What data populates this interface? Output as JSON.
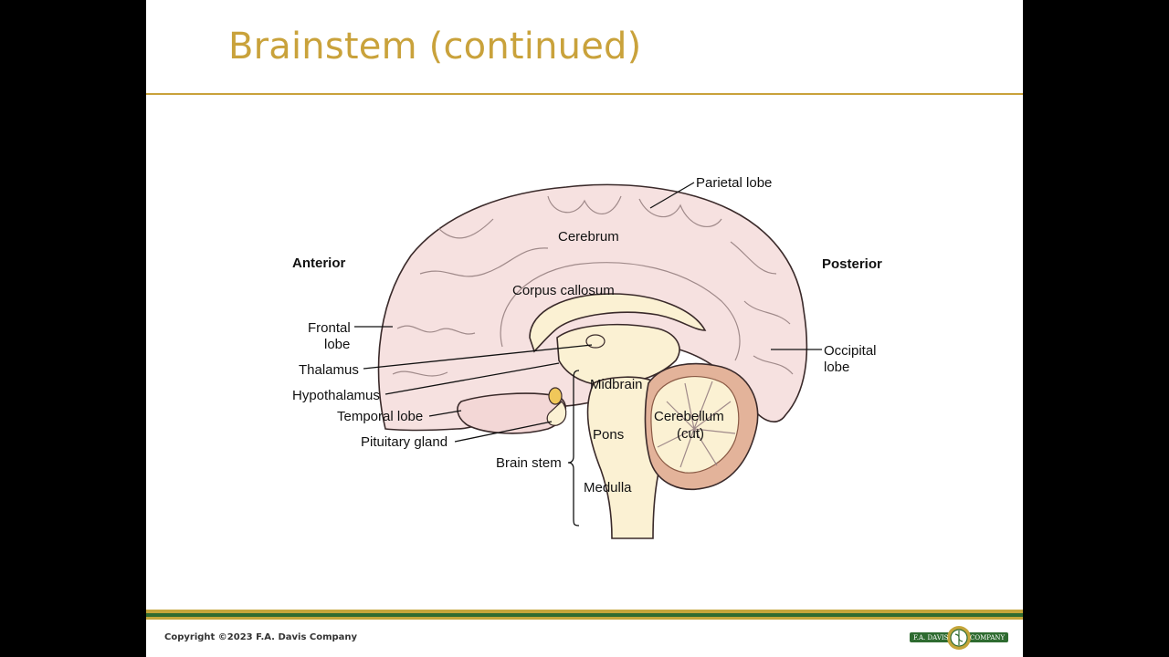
{
  "slide": {
    "title": "Brainstem (continued)",
    "copyright": "Copyright ©2023 F.A. Davis Company"
  },
  "logo": {
    "left_text": "F.A. DAVIS",
    "right_text": "COMPANY"
  },
  "diagram": {
    "orientation": {
      "anterior": "Anterior",
      "posterior": "Posterior"
    },
    "labels": {
      "parietal_lobe": "Parietal lobe",
      "cerebrum": "Cerebrum",
      "corpus_callosum": "Corpus callosum",
      "frontal_lobe_1": "Frontal",
      "frontal_lobe_2": "lobe",
      "thalamus": "Thalamus",
      "hypothalamus": "Hypothalamus",
      "temporal_lobe": "Temporal lobe",
      "pituitary_gland": "Pituitary gland",
      "brain_stem": "Brain stem",
      "midbrain": "Midbrain",
      "pons": "Pons",
      "medulla": "Medulla",
      "cerebellum_1": "Cerebellum",
      "cerebellum_2": "(cut)",
      "occipital_lobe_1": "Occipital",
      "occipital_lobe_2": "lobe"
    },
    "colors": {
      "cerebrum": "#F6E1E0",
      "brainstem": "#FBF1D3",
      "cerebellum": "#E3B39A",
      "pituitary": "#F0C75A"
    }
  }
}
